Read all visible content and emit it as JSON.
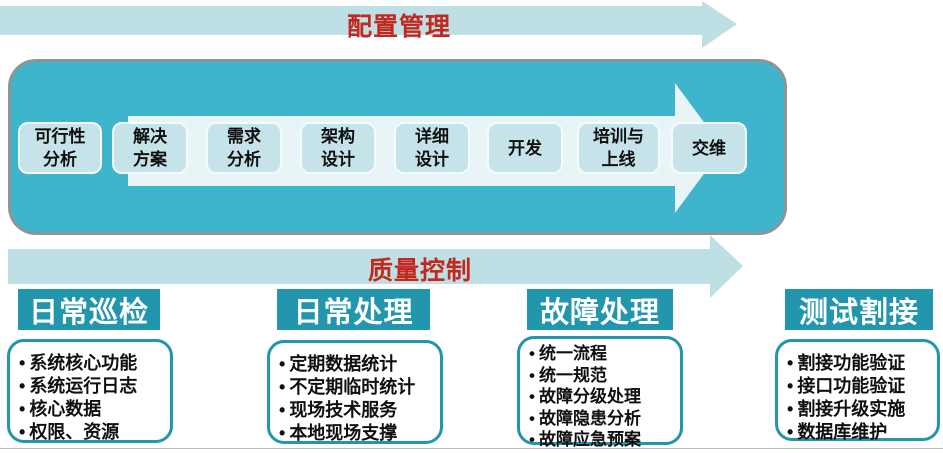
{
  "ui": {
    "bullet": "•"
  },
  "colors": {
    "teal_container": "#3fb4cd",
    "teal_header": "#2196ad",
    "pale_arrow": "#bedfe3",
    "flow_arrow_white": "#e9f4f6",
    "stage_box_fill": "#c6e3e9",
    "red_label": "#c2281f"
  },
  "top_arrow": {
    "label": "配置管理"
  },
  "quality_arrow": {
    "label": "质量控制"
  },
  "process": {
    "stages": [
      {
        "label": "可行性\n分析"
      },
      {
        "label": "解决\n方案"
      },
      {
        "label": "需求\n分析"
      },
      {
        "label": "架构\n设计"
      },
      {
        "label": "详细\n设计"
      },
      {
        "label": "开发"
      },
      {
        "label": "培训与\n上线"
      },
      {
        "label": "交维"
      }
    ]
  },
  "sections": [
    {
      "title": "日常巡检",
      "items": [
        "系统核心功能",
        "系统运行日志",
        "核心数据",
        "权限、资源"
      ]
    },
    {
      "title": "日常处理",
      "items": [
        "定期数据统计",
        "不定期临时统计",
        "现场技术服务",
        "本地现场支撑"
      ]
    },
    {
      "title": "故障处理",
      "items": [
        "统一流程",
        "统一规范",
        "故障分级处理",
        "故障隐患分析",
        "故障应急预案"
      ]
    },
    {
      "title": "测试割接",
      "items": [
        "割接功能验证",
        "接口功能验证",
        "割接升级实施",
        "数据库维护"
      ]
    }
  ]
}
